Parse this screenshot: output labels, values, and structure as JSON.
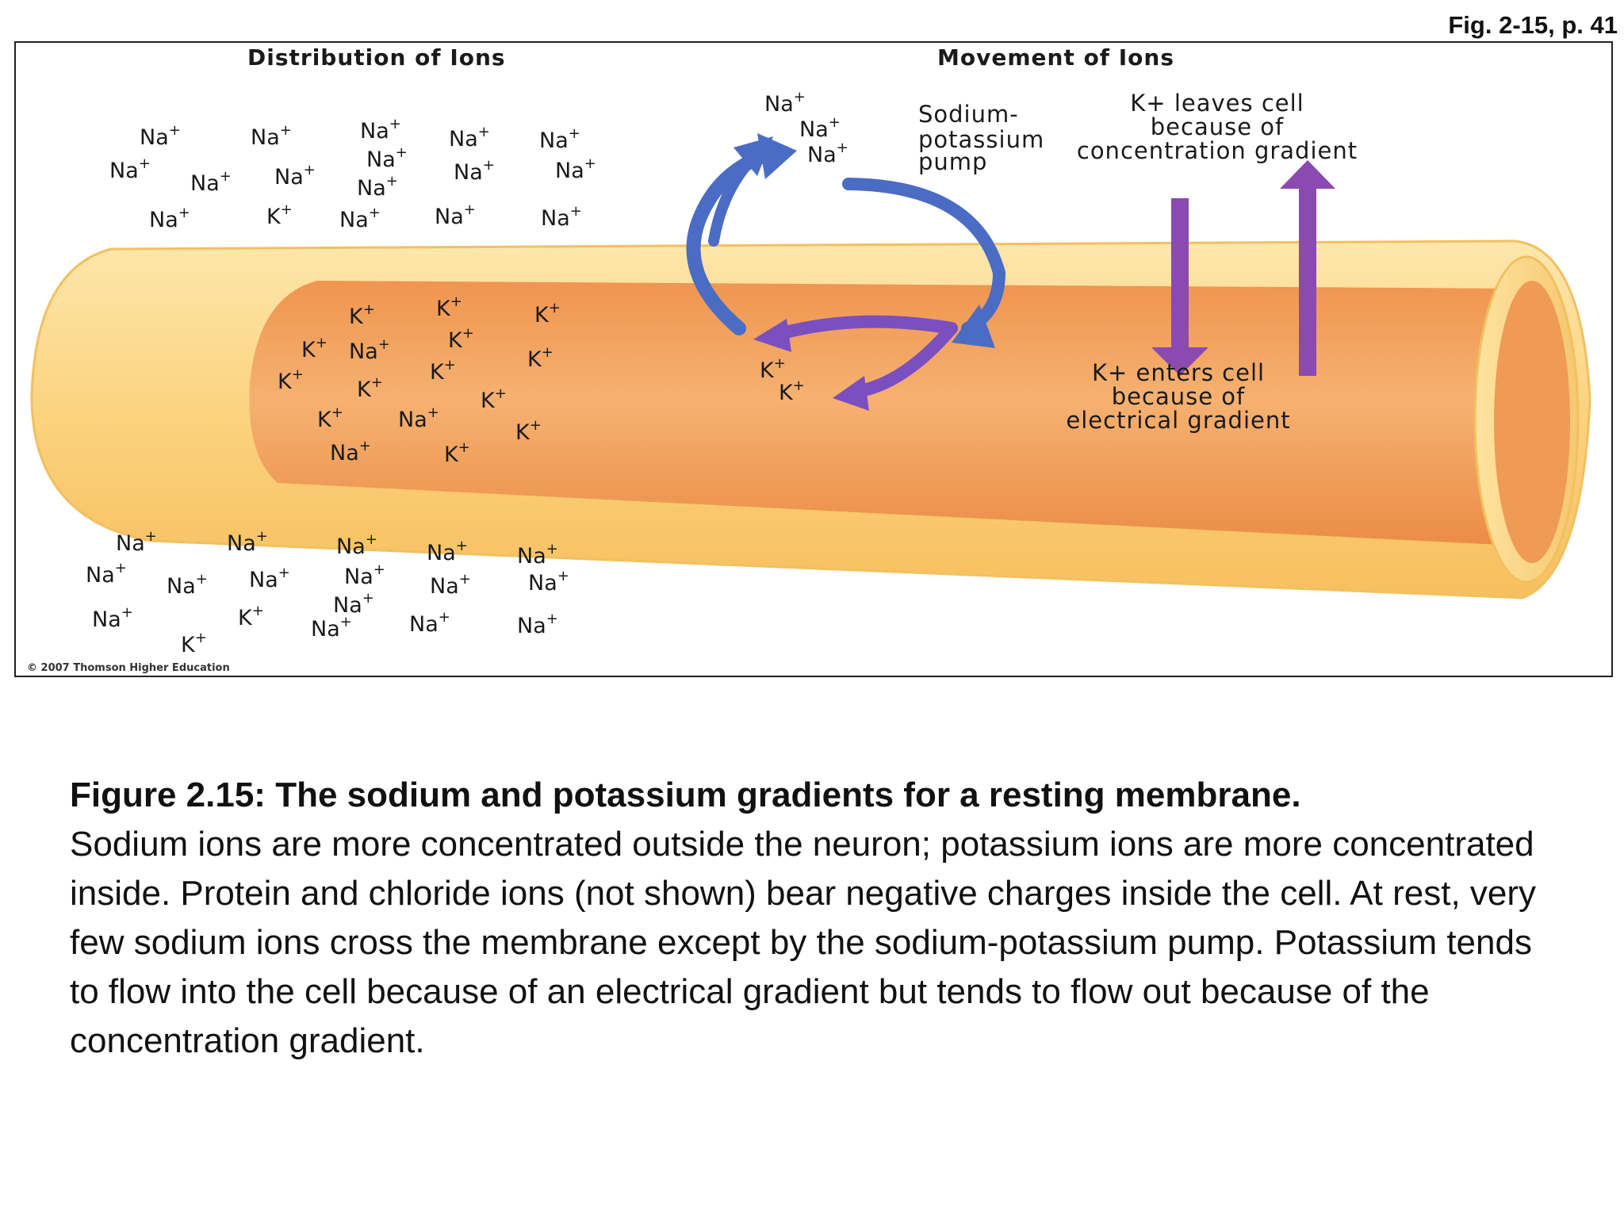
{
  "fig_ref": "Fig. 2-15, p. 41",
  "diagram": {
    "left_heading": "Distribution of Ions",
    "right_heading": "Movement of Ions",
    "copyright": "© 2007 Thomson Higher Education",
    "na": "Na",
    "k": "K",
    "plus": "+",
    "pump_label": [
      "Sodium-",
      "potassium",
      "pump"
    ],
    "k_leaves_label": [
      "K+ leaves cell",
      "because of",
      "concentration gradient"
    ],
    "k_enters_label": [
      "K+ enters cell",
      "because of",
      "electrical gradient"
    ],
    "colors": {
      "membrane": "#fbd27e",
      "interior": "#f3a35f",
      "pump_arrow_blue": "#4b6cc4",
      "pump_arrow_purple": "#7b4fc0",
      "k_arrow": "#8a4ab0"
    }
  },
  "caption": {
    "title": "Figure 2.15: The sodium and potassium gradients for a resting membrane.",
    "body": "Sodium ions are more concentrated outside the neuron; potassium ions are more concentrated inside. Protein and chloride ions (not shown) bear negative charges inside the cell. At rest, very few sodium ions cross the membrane except by the sodium-potassium pump. Potassium tends to flow into the cell because of an electrical gradient but tends to flow out because of the concentration gradient."
  }
}
